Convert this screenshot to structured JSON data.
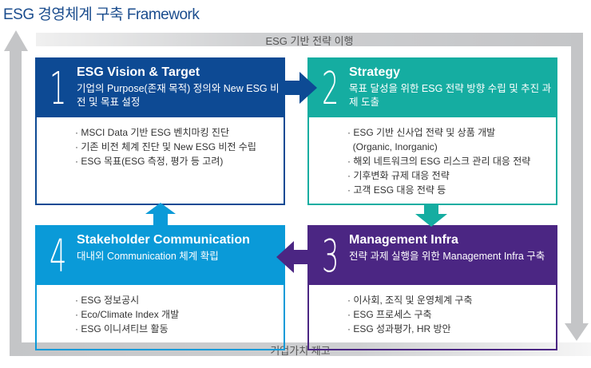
{
  "title": "ESG 경영체계 구축 Framework",
  "top_band": "ESG 기반 전략 이행",
  "bottom_band": "기업가치 제고",
  "colors": {
    "box1": "#0d4a94",
    "box2": "#15ada1",
    "box3": "#4b2683",
    "box4": "#0a9ad8",
    "band": "#c4c5c7"
  },
  "boxes": [
    {
      "number": "1",
      "title": "ESG Vision & Target",
      "subtitle": "기업의 Purpose(존재 목적) 정의와 New ESG 비전 및 목표 설정",
      "items": [
        "· MSCI Data 기반 ESG 벤치마킹 진단",
        "· 기존 비전 체계 진단 및 New ESG 비전 수립",
        "· ESG 목표(ESG 측정, 평가 등 고려)"
      ]
    },
    {
      "number": "2",
      "title": "Strategy",
      "subtitle": "목표 달성을 위한 ESG 전략 방향 수립 및 추진 과제 도출",
      "items": [
        "· ESG 기반 신사업 전략 및 상품 개발",
        "  (Organic, Inorganic)",
        "· 해외 네트워크의 ESG 리스크 관리 대응 전략",
        "· 기후변화 규제 대응 전략",
        "· 고객 ESG 대응 전략 등"
      ]
    },
    {
      "number": "3",
      "title": "Management Infra",
      "subtitle": "전략 과제 실행을 위한 Management Infra 구축",
      "items": [
        "· 이사회, 조직 및 운영체계 구축",
        "· ESG 프로세스 구축",
        "· ESG 성과평가, HR 방안"
      ]
    },
    {
      "number": "4",
      "title": "Stakeholder Communication",
      "subtitle": "대내외 Communication 체계 확립",
      "items": [
        "· ESG 정보공시",
        "· Eco/Climate Index 개발",
        "· ESG 이니셔티브 활동"
      ]
    }
  ]
}
